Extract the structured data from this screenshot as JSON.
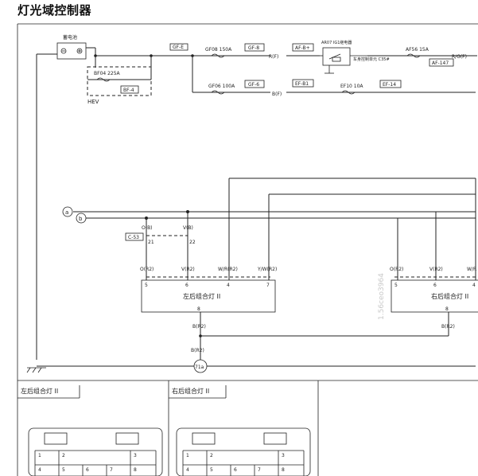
{
  "title": "灯光域控制器",
  "battery": "蓄电池",
  "hev": "HEV",
  "gnd_symbol": "777",
  "fuses": {
    "bf04": "BF04 225A",
    "gf08": "GF08 150A",
    "gf06": "GF06 100A",
    "ef10": "EF10 10A",
    "af56": "AF56 15A"
  },
  "connectors": {
    "gf_e": "GF-E",
    "bf_4": "BF-4",
    "gf_8": "GF-8",
    "gf_6": "GF-6",
    "af_b": "AF-B+",
    "ef_b1": "EF-B1",
    "ef_14": "EF-14",
    "af_147": "AF-147",
    "c_53": "C-53"
  },
  "relay": {
    "name": "AR07 IG1继电器",
    "control": "车身控制单元 C35#"
  },
  "wire_labels": {
    "rf": "R(F)",
    "bf": "B(F)",
    "rgf": "R/G(F)",
    "ob": "O(B)",
    "vb": "V(B)",
    "or2_l": "O(R2)",
    "vr2_l": "V(R2)",
    "wr_r2_l": "W/R(R2)",
    "yw_r2_l": "Y/W(R2)",
    "or2_r": "O(R2)",
    "vr2_r": "V(R2)",
    "wr_r2_r": "W/R",
    "br2_l": "B(R2)",
    "br2_r": "B(R2)",
    "br2_bottom": "B(R2)"
  },
  "pins": {
    "p21": "21",
    "p22": "22",
    "l5": "5",
    "l6": "6",
    "l4": "4",
    "l7": "7",
    "l8": "8",
    "r5": "5",
    "r6": "6",
    "r4": "4",
    "r8": "8"
  },
  "nodes": {
    "a": "a",
    "b": "b",
    "g71a": "71a"
  },
  "components": {
    "left_lamp": "左后组合灯 II",
    "right_lamp": "右后组合灯 II"
  },
  "watermark": "1.56ceo3964",
  "bottom_panels": {
    "left_label": "左后组合灯 II",
    "right_label": "右后组合灯 II",
    "pin_rows": [
      "1",
      "2",
      "3",
      "4",
      "5",
      "6",
      "7",
      "8"
    ]
  }
}
